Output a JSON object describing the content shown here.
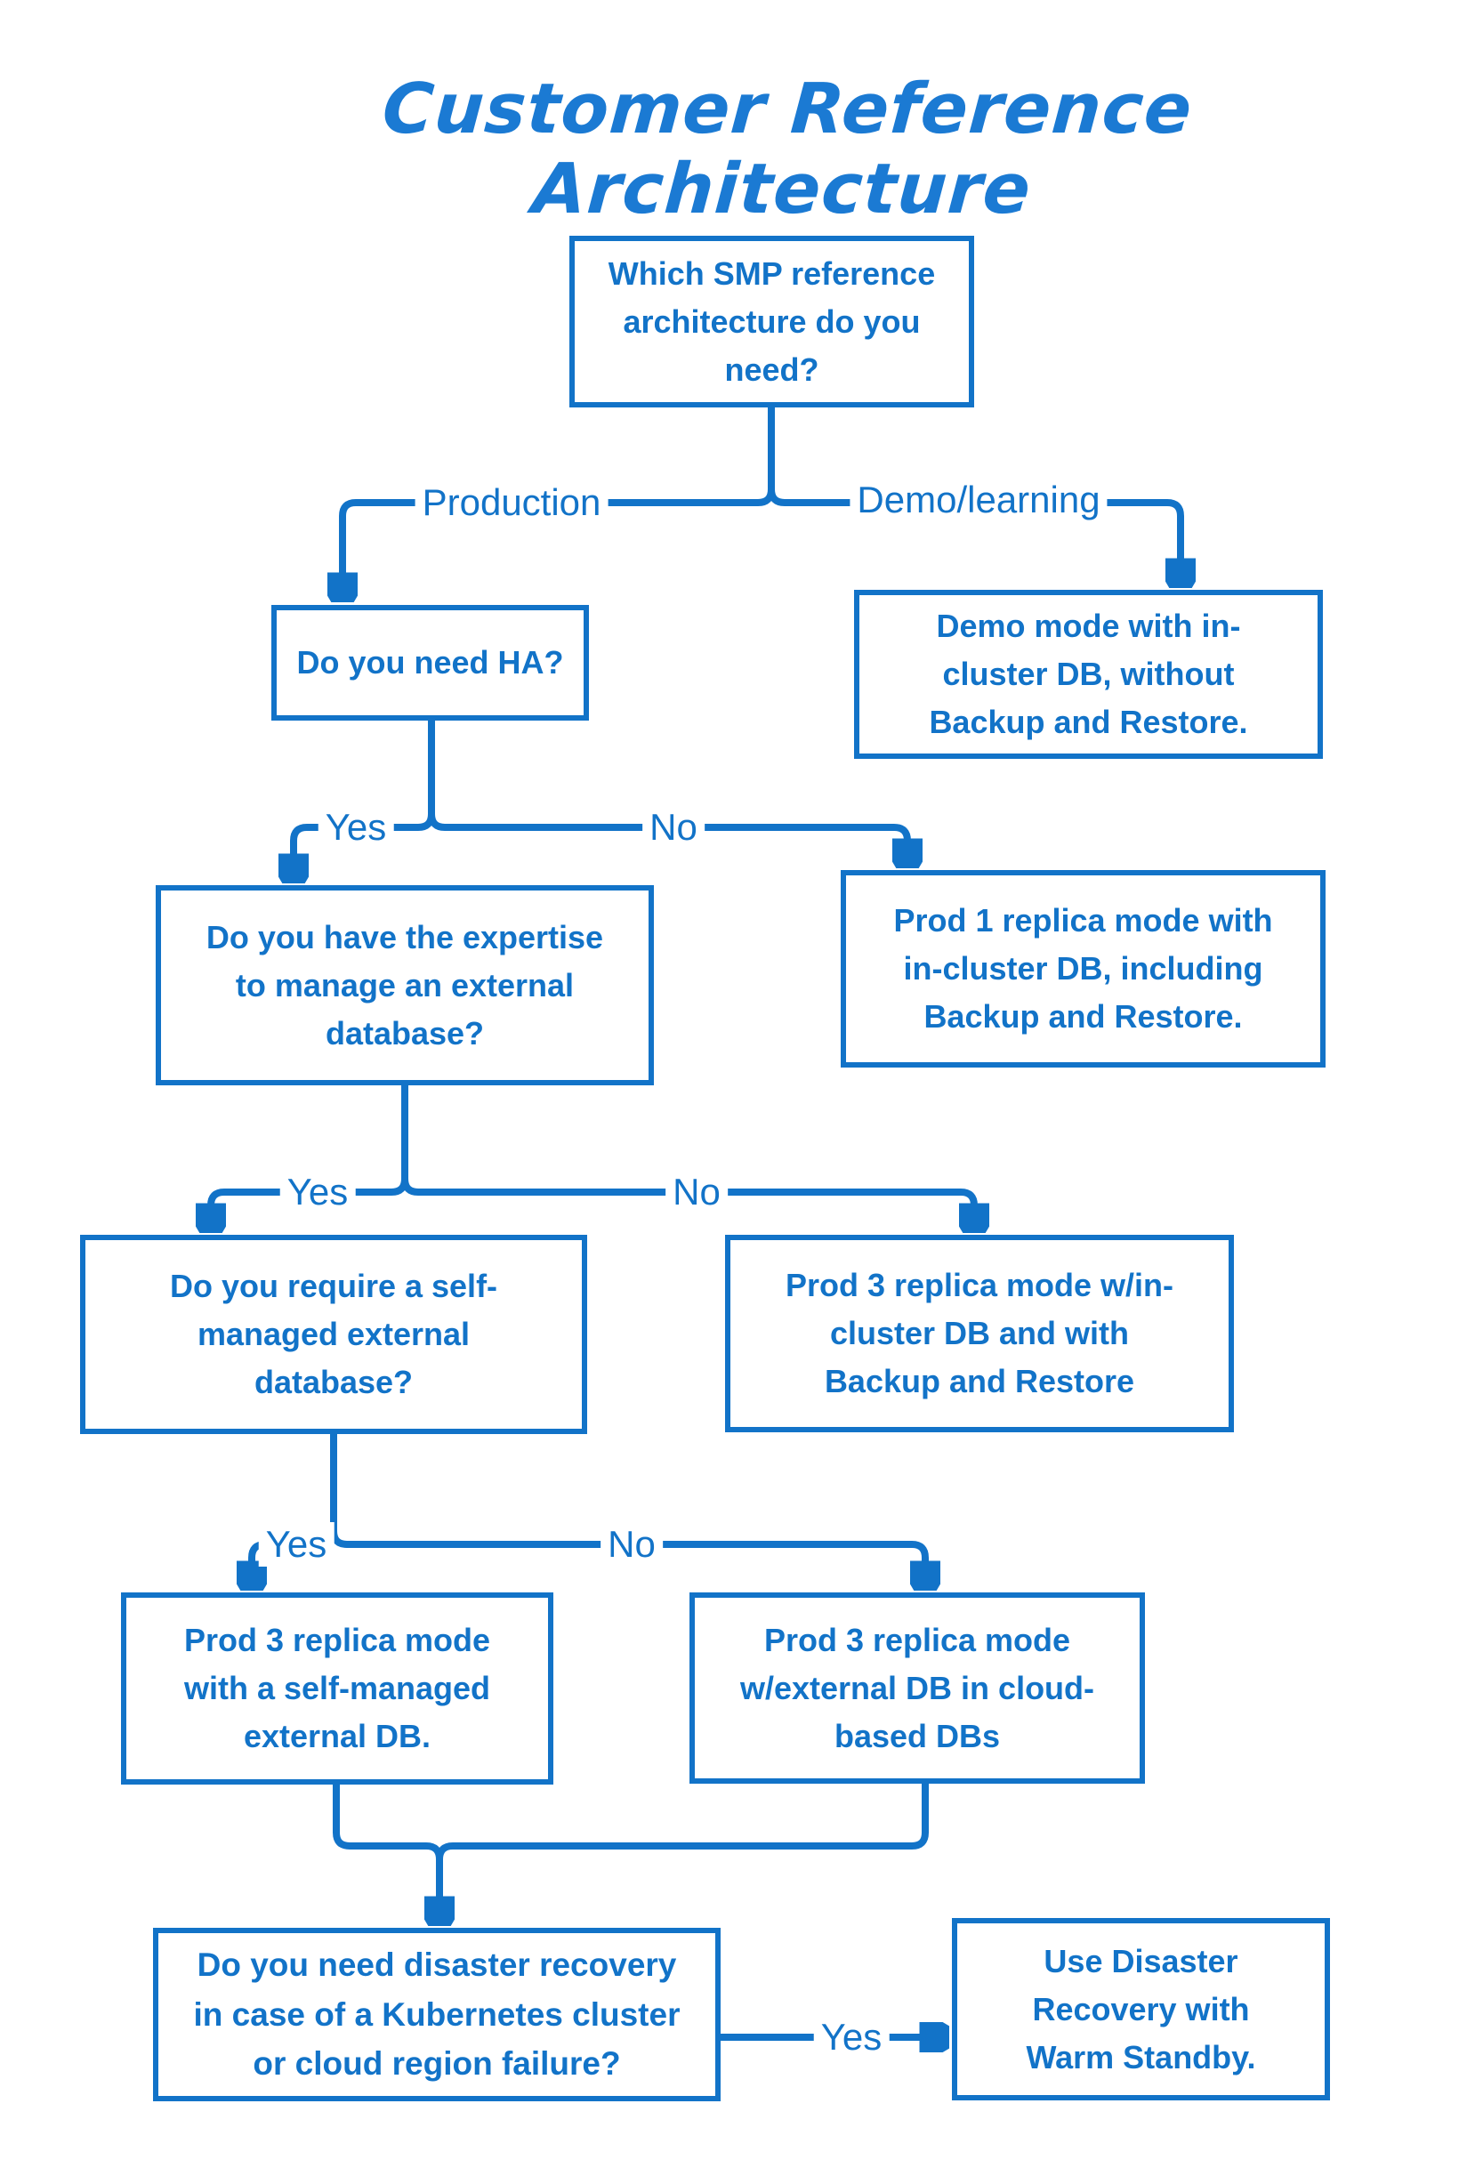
{
  "title": "Customer Reference Architecture",
  "colors": {
    "accent": "#1273c8",
    "title": "#1b7ad3",
    "background": "#ffffff"
  },
  "nodes": {
    "q_which": {
      "text": "Which SMP reference\narchitecture do you\nneed?"
    },
    "a_demo": {
      "text": "Demo mode with in-\ncluster DB, without\nBackup and Restore."
    },
    "q_ha": {
      "text": "Do you need HA?"
    },
    "a_prod1": {
      "text": "Prod 1 replica mode with\nin-cluster DB, including\nBackup and Restore."
    },
    "q_expertise": {
      "text": "Do you have the expertise\nto manage an external\ndatabase?"
    },
    "a_prod3_incluster": {
      "text": "Prod 3 replica mode w/in-\ncluster DB and with\nBackup and Restore"
    },
    "q_selfmanaged": {
      "text": "Do you require a self-\nmanaged external\ndatabase?"
    },
    "a_prod3_selfmanaged": {
      "text": "Prod 3 replica mode\nwith a self-managed\nexternal DB."
    },
    "a_prod3_cloud": {
      "text": "Prod 3 replica mode\nw/external DB in cloud-\nbased DBs"
    },
    "q_dr": {
      "text": "Do you need disaster recovery\nin case of a Kubernetes cluster\nor cloud region failure?"
    },
    "a_dr": {
      "text": "Use Disaster\nRecovery with\nWarm Standby."
    }
  },
  "edge_labels": {
    "production": "Production",
    "demo_learning": "Demo/learning",
    "ha_yes": "Yes",
    "ha_no": "No",
    "expertise_yes": "Yes",
    "expertise_no": "No",
    "selfmanaged_yes": "Yes",
    "selfmanaged_no": "No",
    "dr_yes": "Yes"
  }
}
